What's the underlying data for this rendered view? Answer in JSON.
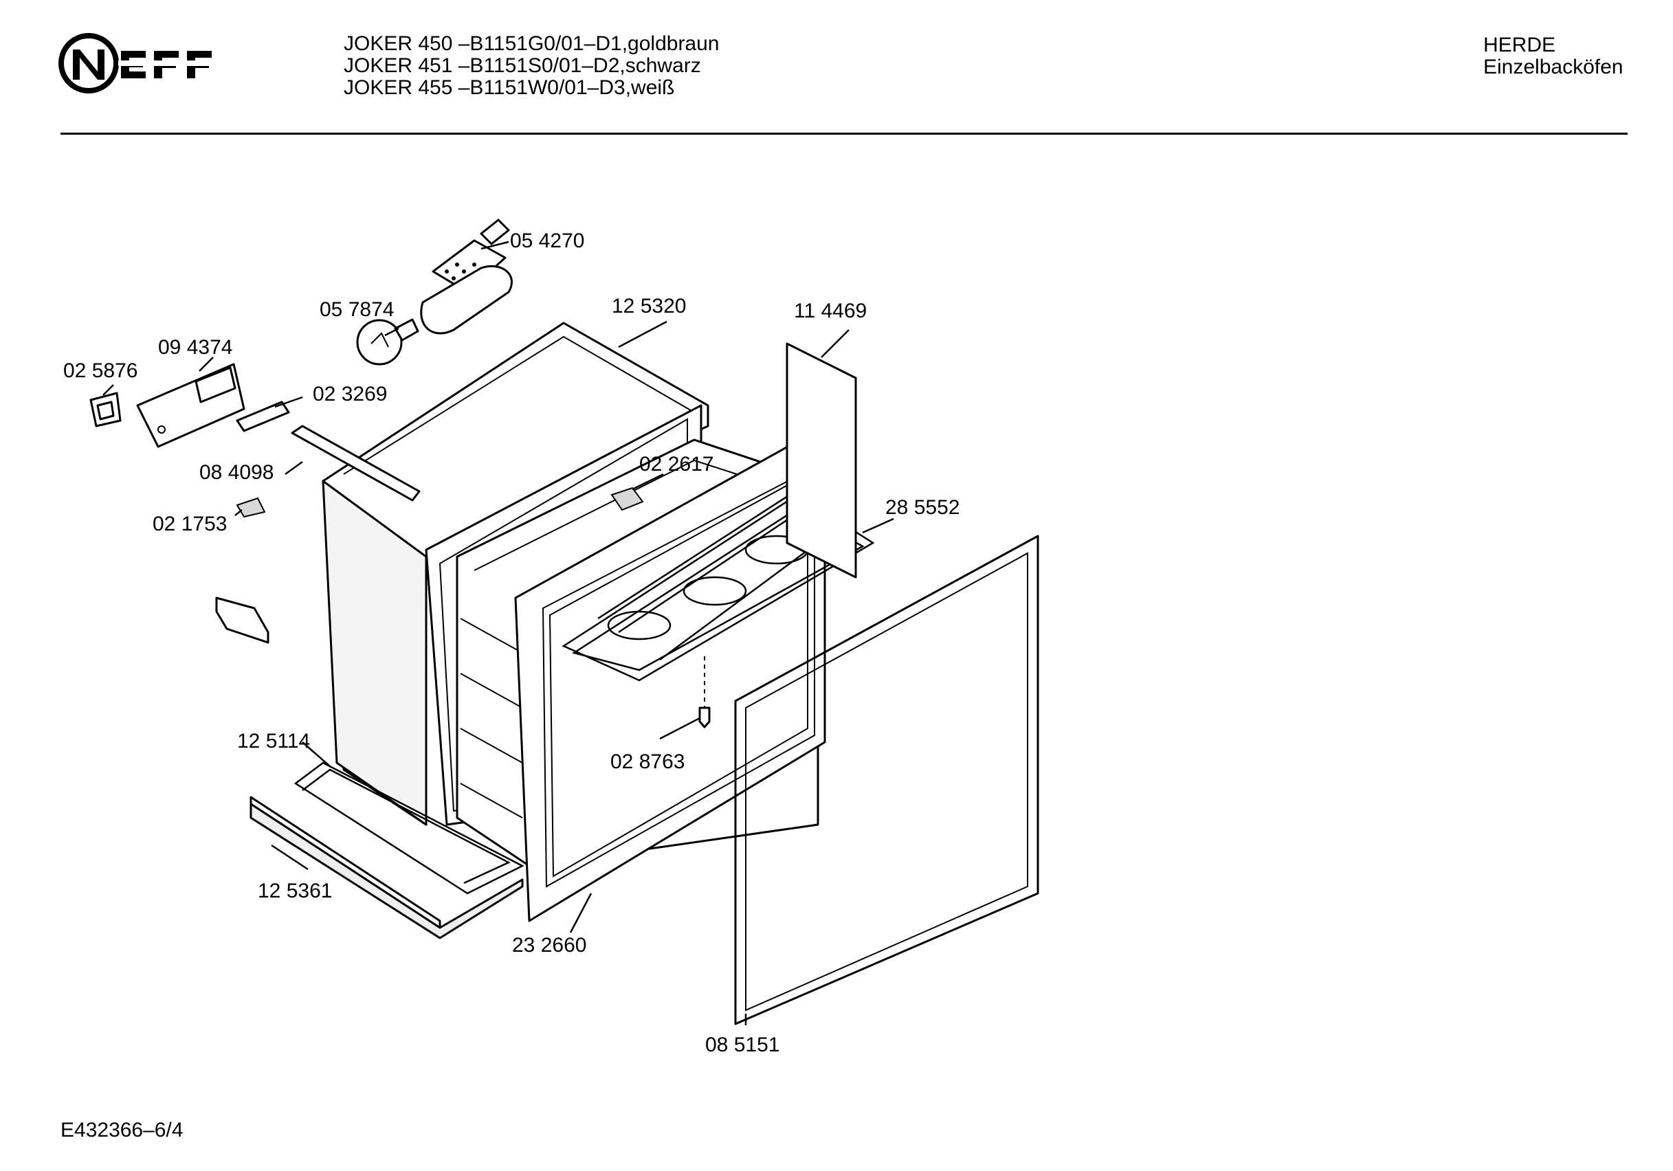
{
  "header": {
    "brand": "NEFF",
    "models": [
      "JOKER 450 –B1151G0/01–D1,goldbraun",
      "JOKER 451 –B1151S0/01–D2,schwarz",
      "JOKER 455 –B1151W0/01–D3,weiß"
    ],
    "category": "HERDE",
    "subcategory": "Einzelbacköfen"
  },
  "parts": {
    "p054270": "05 4270",
    "p057874": "05 7874",
    "p125320": "12 5320",
    "p114469": "11 4469",
    "p094374": "09 4374",
    "p025876": "02 5876",
    "p023269": "02 3269",
    "p084098": "08 4098",
    "p021753": "02 1753",
    "p022617": "02 2617",
    "p285552": "28 5552",
    "p125114": "12 5114",
    "p028763": "02 8763",
    "p125361": "12 5361",
    "p232660": "23 2660",
    "p085151": "08 5151"
  },
  "footer": {
    "doc_id": "E432366–6/4"
  }
}
